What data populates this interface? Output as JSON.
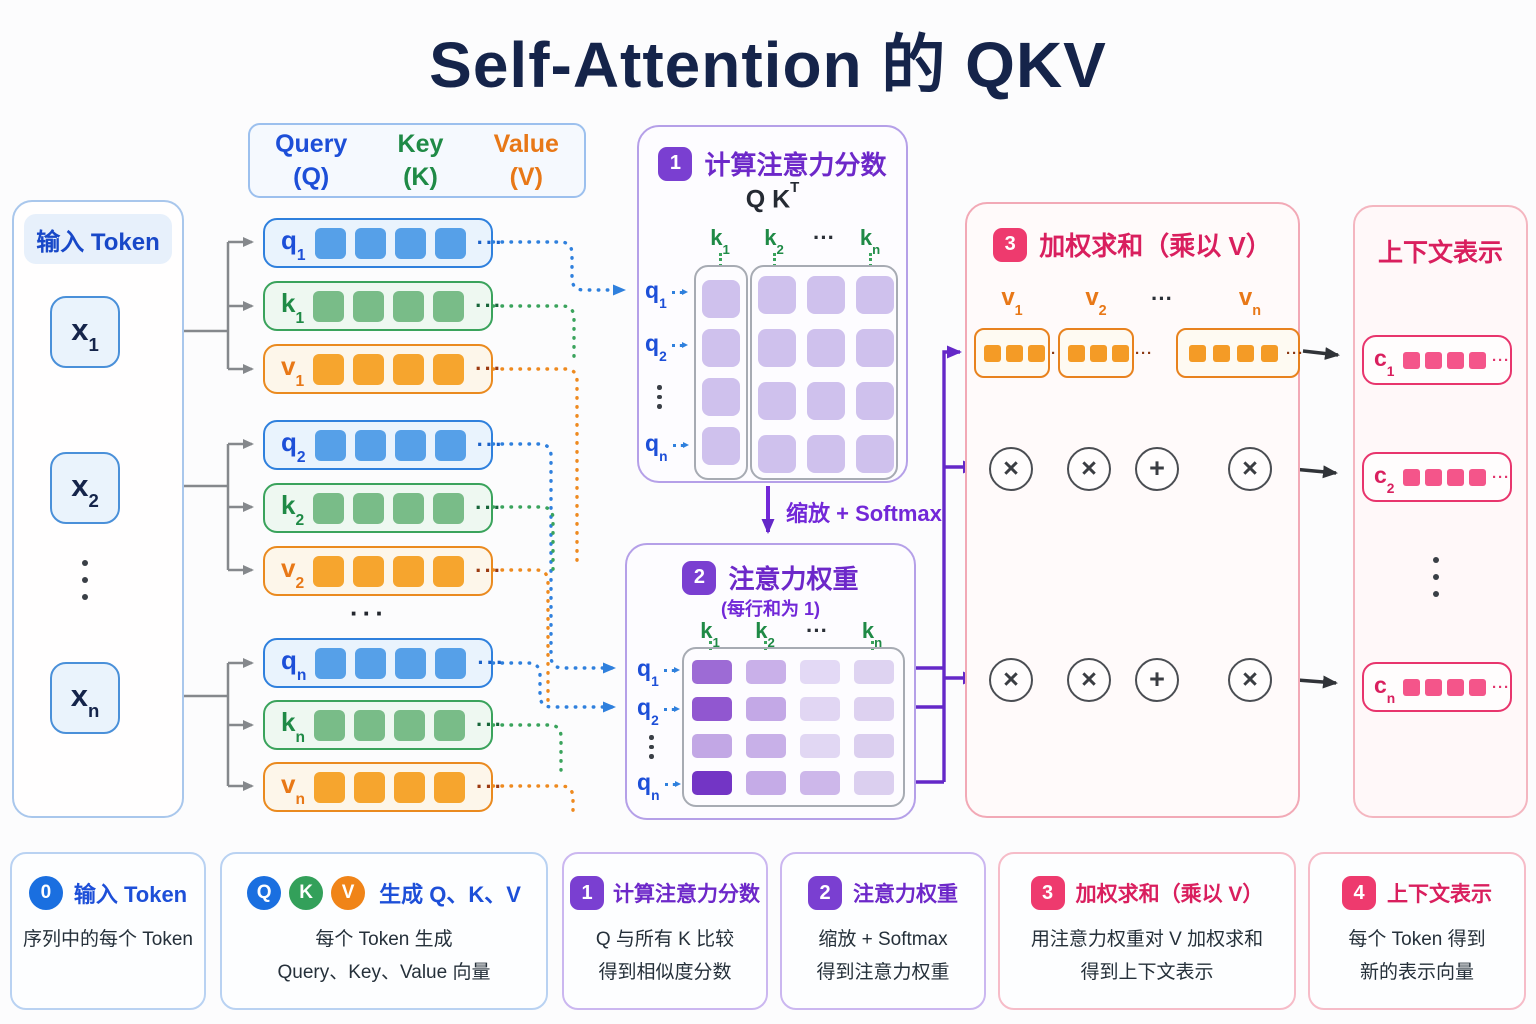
{
  "title": "Self-Attention 的 QKV",
  "colors": {
    "blue": "#1a66d9",
    "green": "#1f8a46",
    "orange": "#e87817",
    "purple": "#7228d8",
    "pink": "#d91f5e",
    "navy": "#15244a",
    "matrix_cell": "#cfc1ed"
  },
  "vertical_ellipsis": "⋮",
  "vec_dots": "···",
  "group_dots": "···",
  "ops_gap_dots": "······",
  "input_panel": {
    "header": "输入 Token",
    "tokens": [
      {
        "base": "x",
        "sub": "1"
      },
      {
        "base": "x",
        "sub": "2"
      },
      {
        "base": "x",
        "sub": "n"
      }
    ],
    "chat_icon": "speech-bubble"
  },
  "qkv_header": {
    "items": [
      {
        "name": "Query",
        "sym": "(Q)"
      },
      {
        "name": "Key",
        "sym": "(K)"
      },
      {
        "name": "Value",
        "sym": "(V)"
      }
    ]
  },
  "vector_rows": [
    {
      "base": "q",
      "sub": "1"
    },
    {
      "base": "k",
      "sub": "1"
    },
    {
      "base": "v",
      "sub": "1"
    },
    {
      "base": "q",
      "sub": "2"
    },
    {
      "base": "k",
      "sub": "2"
    },
    {
      "base": "v",
      "sub": "2"
    },
    {
      "base": "q",
      "sub": "n"
    },
    {
      "base": "k",
      "sub": "n"
    },
    {
      "base": "v",
      "sub": "n"
    }
  ],
  "box1": {
    "badge": "1",
    "title": "计算注意力分数",
    "formula_qk": "Q K",
    "formula_sup": "T",
    "cols": [
      {
        "base": "k",
        "sub": "1"
      },
      {
        "base": "k",
        "sub": "2"
      },
      {
        "dots": "···"
      },
      {
        "base": "k",
        "sub": "n"
      }
    ],
    "rows": [
      {
        "base": "q",
        "sub": "1"
      },
      {
        "base": "q",
        "sub": "2"
      },
      {
        "ellipsis": "⋮"
      },
      {
        "base": "q",
        "sub": "n"
      }
    ]
  },
  "softmax_label": "缩放 + Softmax",
  "box2": {
    "badge": "2",
    "title": "注意力权重",
    "subtitle": "(每行和为 1)",
    "cols": [
      {
        "base": "k",
        "sub": "1"
      },
      {
        "base": "k",
        "sub": "2"
      },
      {
        "dots": "···"
      },
      {
        "base": "k",
        "sub": "n"
      }
    ],
    "rows": [
      {
        "base": "q",
        "sub": "1"
      },
      {
        "base": "q",
        "sub": "2"
      },
      {
        "ellipsis": "⋮"
      },
      {
        "base": "q",
        "sub": "n"
      }
    ],
    "shades": [
      [
        "#9d6bd5",
        "#c9b0e9",
        "#e3d9f5",
        "#ded3f1"
      ],
      [
        "#9157d0",
        "#c3a8e6",
        "#e1d6f3",
        "#ddd1f0"
      ],
      [
        "#c2a7e5",
        "#c8b0e8",
        "#e1d7f3",
        "#dbcfef"
      ],
      [
        "#7335c5",
        "#c5abe7",
        "#cdb7ea",
        "#dbcfef"
      ]
    ]
  },
  "box3": {
    "badge": "3",
    "title": "加权求和（乘以 V）",
    "v_labels": [
      {
        "base": "v",
        "sub": "1"
      },
      {
        "base": "v",
        "sub": "2"
      },
      {
        "dots": "···"
      },
      {
        "base": "v",
        "sub": "n"
      }
    ],
    "ops": [
      "×",
      "×",
      "+",
      "×"
    ]
  },
  "context_panel": {
    "header": "上下文表示",
    "rows": [
      {
        "base": "c",
        "sub": "1"
      },
      {
        "base": "c",
        "sub": "2"
      },
      {
        "base": "c",
        "sub": "n"
      }
    ],
    "brain_icon": "brain"
  },
  "legend": {
    "items": [
      {
        "badge": "0",
        "title": "输入 Token",
        "desc": [
          "序列中的每个 Token"
        ]
      },
      {
        "badges": [
          "Q",
          "K",
          "V"
        ],
        "title": "生成 Q、K、V",
        "desc": [
          "每个 Token 生成",
          "Query、Key、Value 向量"
        ]
      },
      {
        "badge": "1",
        "title": "计算注意力分数",
        "desc": [
          "Q 与所有 K 比较",
          "得到相似度分数"
        ]
      },
      {
        "badge": "2",
        "title": "注意力权重",
        "desc": [
          "缩放 + Softmax",
          "得到注意力权重"
        ]
      },
      {
        "badge": "3",
        "title": "加权求和（乘以 V）",
        "desc": [
          "用注意力权重对 V 加权求和",
          "得到上下文表示"
        ]
      },
      {
        "badge": "4",
        "title": "上下文表示",
        "desc": [
          "每个 Token 得到",
          "新的表示向量"
        ]
      }
    ]
  }
}
